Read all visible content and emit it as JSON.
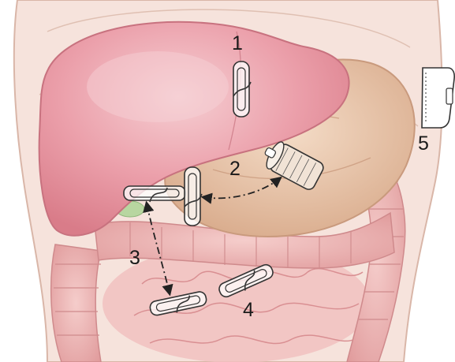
{
  "figure": {
    "labels": [
      {
        "id": "1",
        "text": "1"
      },
      {
        "id": "2",
        "text": "2"
      },
      {
        "id": "3",
        "text": "3"
      },
      {
        "id": "4",
        "text": "4"
      },
      {
        "id": "5",
        "text": "5"
      }
    ]
  },
  "colors": {
    "skin": "#f6e3dc",
    "skin_outline": "#d9b6a8",
    "liver": "#e68f9a",
    "liver_highlight": "#f3c2c7",
    "stomach": "#e9c6aa",
    "stomach_dark": "#d3a78a",
    "colon": "#eaa9a9",
    "intestine": "#f1c1bf",
    "gallbladder": "#b8d6a0",
    "device_outline": "#333333",
    "arrow": "#222222"
  }
}
